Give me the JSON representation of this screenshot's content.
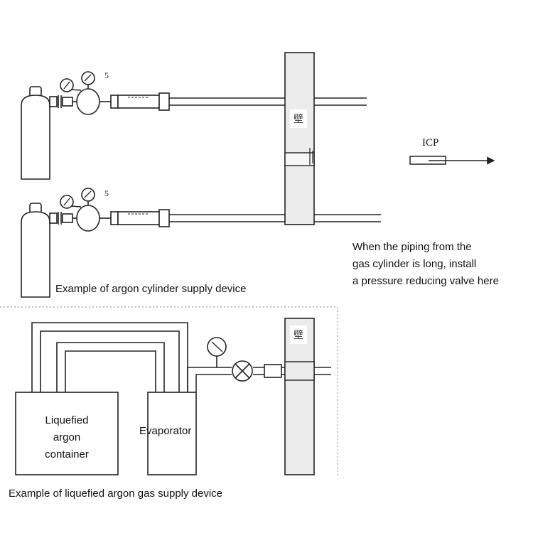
{
  "upper": {
    "regulator1_label": "5",
    "regulator2_label": "5",
    "wall_glyph": "壁",
    "icp_label": "ICP",
    "note_lines": [
      "When the piping from the",
      "gas cylinder is long, install",
      "a pressure reducing valve here"
    ],
    "caption": "Example of argon cylinder supply device"
  },
  "lower": {
    "container_lines": [
      "Liquefied",
      "argon",
      "container"
    ],
    "evaporator": "Evaporator",
    "wall_glyph": "壁",
    "caption": "Example of liquefied argon gas supply device"
  }
}
